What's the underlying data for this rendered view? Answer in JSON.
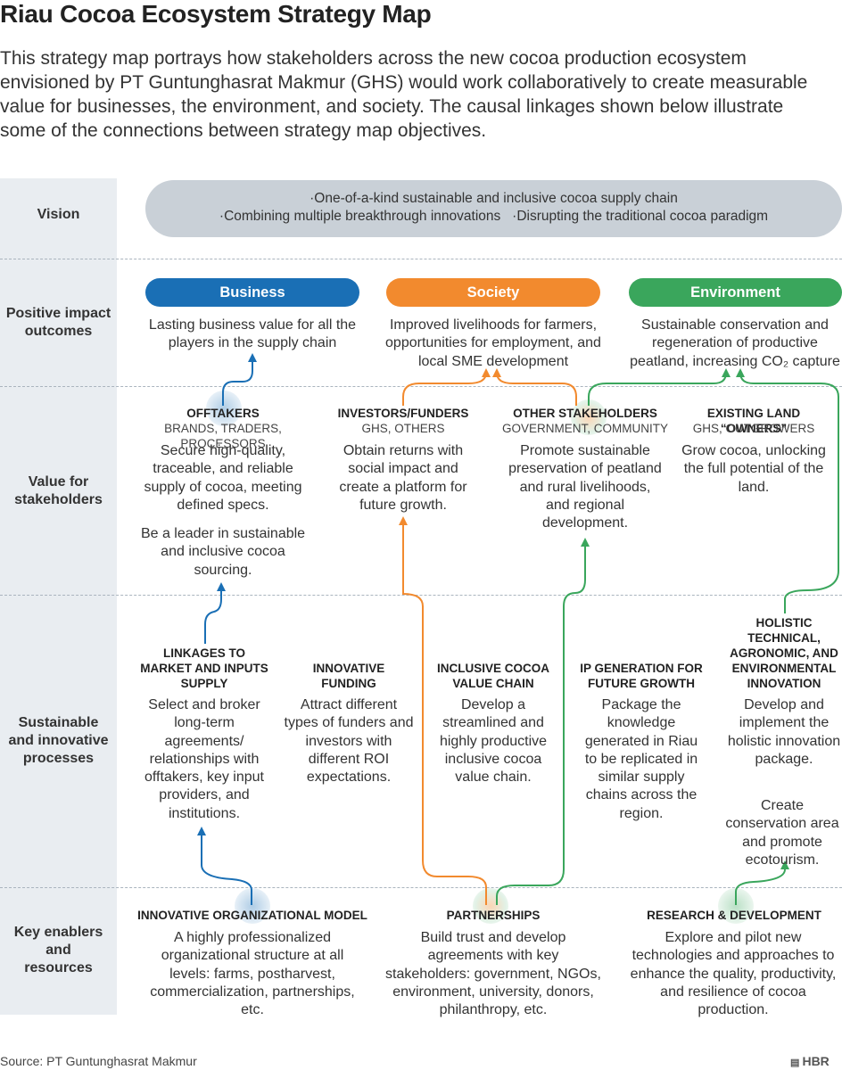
{
  "title": "Riau Cocoa Ecosystem Strategy Map",
  "intro": "This strategy map portrays how stakeholders across the new cocoa production ecosystem envisioned by PT Guntunghasrat Makmur (GHS) would work collaboratively to create measurable value for businesses, the environment, and society. The causal linkages shown below illustrate some of the connections between strategy map objectives.",
  "rows": {
    "vision": "Vision",
    "outcomes": "Positive impact outcomes",
    "value": "Value for stakeholders",
    "processes": "Sustainable and innovative processes",
    "enablers": "Key enablers and resources"
  },
  "vision": {
    "line1": "·One-of-a-kind sustainable and inclusive cocoa supply chain",
    "line2": "·Combining multiple breakthrough innovations   ·Disrupting the traditional cocoa paradigm"
  },
  "outcomes": {
    "business": {
      "label": "Business",
      "text": "Lasting business value for all the players in the supply chain"
    },
    "society": {
      "label": "Society",
      "text": "Improved livelihoods for farmers, opportunities for employment, and local SME development"
    },
    "environment": {
      "label": "Environment",
      "text": "Sustainable conservation and regeneration of productive peatland, increasing CO₂ capture"
    }
  },
  "stakeholders": {
    "offtakers": {
      "head": "OFFTAKERS",
      "sub": "BRANDS, TRADERS, PROCESSORS",
      "text": "Secure high-quality, traceable, and reliable supply of cocoa, meeting defined specs.",
      "text2": "Be a leader in sustainable and inclusive cocoa sourcing."
    },
    "investors": {
      "head": "INVESTORS/FUNDERS",
      "sub": "GHS, OTHERS",
      "text": "Obtain returns with social impact and create a platform for future growth."
    },
    "other": {
      "head": "OTHER STAKEHOLDERS",
      "sub": "GOVERNMENT, COMMUNITY",
      "text": "Promote sustainable preservation of peatland and rural livelihoods, and regional development."
    },
    "land": {
      "head": "EXISTING LAND “OWNERS”",
      "sub": "GHS, OUTGROWERS",
      "text": "Grow cocoa, unlocking the full potential of the land."
    }
  },
  "processes": {
    "linkages": {
      "head": "LINKAGES TO MARKET AND INPUTS SUPPLY",
      "text": "Select and broker long-term agreements/ relationships with offtakers, key input providers, and institutions."
    },
    "funding": {
      "head": "INNOVATIVE FUNDING",
      "text": "Attract different types of funders and investors with different ROI expectations."
    },
    "chain": {
      "head": "INCLUSIVE COCOA VALUE CHAIN",
      "text": "Develop a streamlined and highly productive inclusive cocoa value chain."
    },
    "ip": {
      "head": "IP GENERATION FOR FUTURE GROWTH",
      "text": "Package the knowledge generated in Riau to be replicated in similar supply chains across the region."
    },
    "holistic": {
      "head": "HOLISTIC TECHNICAL, AGRONOMIC, AND ENVIRONMENTAL INNOVATION",
      "text": "Develop and implement the holistic innovation package.",
      "text2": "Create conservation area and promote ecotourism."
    }
  },
  "enablers": {
    "org": {
      "head": "INNOVATIVE ORGANIZATIONAL MODEL",
      "text": "A highly professionalized organizational structure at all levels: farms, postharvest, commercialization, partnerships, etc."
    },
    "partnerships": {
      "head": "PARTNERSHIPS",
      "text": "Build trust and develop agreements with key stakeholders: government, NGOs, environment, university, donors, philanthropy, etc."
    },
    "rd": {
      "head": "RESEARCH & DEVELOPMENT",
      "text": "Explore and pilot new technologies and approaches to enhance the quality, productivity, and resilience of cocoa production."
    }
  },
  "source": "Source: PT Guntunghasrat Makmur",
  "brand": "HBR",
  "colors": {
    "blue": "#1a6fb5",
    "orange": "#f28a2e",
    "green": "#3aa65c",
    "grey": "#c9d0d7"
  }
}
